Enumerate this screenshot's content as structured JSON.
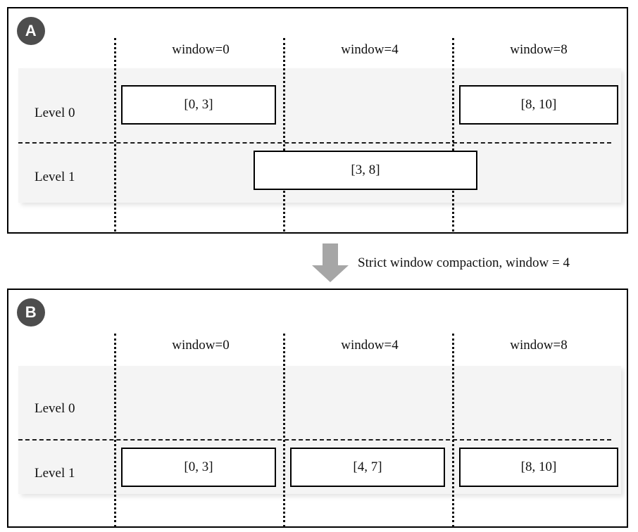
{
  "figure": {
    "type": "diagram",
    "caption": "Strict window compaction, window = 4",
    "arrow_icon": "down-arrow-icon",
    "accent_color": "#4d4d4d",
    "band_color": "#f4f4f4",
    "box_border_color": "#000000"
  },
  "panels": [
    {
      "id": "A",
      "badge": "A",
      "window_labels": [
        "window=0",
        "window=4",
        "window=8"
      ],
      "levels": [
        {
          "label": "Level 0",
          "boxes": [
            {
              "text": "[0, 3]",
              "window": 0
            },
            {
              "text": "[8, 10]",
              "window": 8
            }
          ]
        },
        {
          "label": "Level 1",
          "boxes": [
            {
              "text": "[3, 8]",
              "window": 4
            }
          ]
        }
      ]
    },
    {
      "id": "B",
      "badge": "B",
      "window_labels": [
        "window=0",
        "window=4",
        "window=8"
      ],
      "levels": [
        {
          "label": "Level 0",
          "boxes": []
        },
        {
          "label": "Level 1",
          "boxes": [
            {
              "text": "[0, 3]",
              "window": 0
            },
            {
              "text": "[4, 7]",
              "window": 4
            },
            {
              "text": "[8, 10]",
              "window": 8
            }
          ]
        }
      ]
    }
  ]
}
